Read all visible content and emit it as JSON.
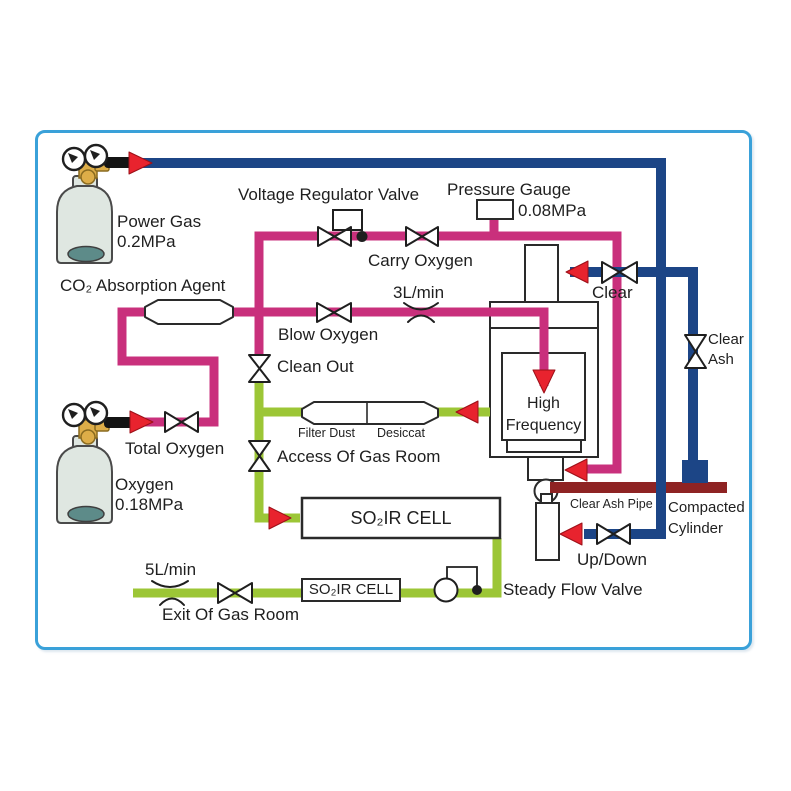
{
  "cylinders": {
    "power_gas": {
      "line1": "Power Gas",
      "line2": "0.2MPa"
    },
    "oxygen": {
      "line1": "Oxygen",
      "line2": "0.18MPa"
    }
  },
  "components": {
    "co2_absorption_agent": "CO₂ Absorption Agent",
    "voltage_regulator_valve": "Voltage Regulator Valve",
    "pressure_gauge": "Pressure Gauge",
    "pressure_gauge_value": "0.08MPa",
    "carry_oxygen": "Carry Oxygen",
    "blow_oxygen": "Blow Oxygen",
    "flow_rate_3l": "3L/min",
    "clear_valve": "Clear",
    "clear_ash_valve": {
      "line1": "Clear",
      "line2": "Ash"
    },
    "clean_out": "Clean Out",
    "filter_dust": "Filter Dust",
    "desiccat": "Desiccat",
    "total_oxygen": "Total Oxygen",
    "access_of_gas_room": "Access Of Gas Room",
    "high_frequency": {
      "line1": "High",
      "line2": "Frequency"
    },
    "clear_ash_pipe": "Clear Ash Pipe",
    "compacted_cylinder": {
      "line1": "Compacted",
      "line2": "Cylinder"
    },
    "so2ir_cell_main": "SO₂IR CELL",
    "so2ir_cell_small": "SO₂IR CELL",
    "up_down": "Up/Down",
    "flow_rate_5l": "5L/min",
    "steady_flow_valve": "Steady Flow Valve",
    "exit_of_gas_room": "Exit Of Gas Room"
  },
  "colors": {
    "oxygen_pipe": "#c9307c",
    "power_gas_pipe": "#1c4586",
    "sample_gas_pipe": "#9cc636",
    "clear_ash_pipe": "#8e2323",
    "flow_arrow": "#e8232e",
    "border": "#3aa1d9"
  }
}
